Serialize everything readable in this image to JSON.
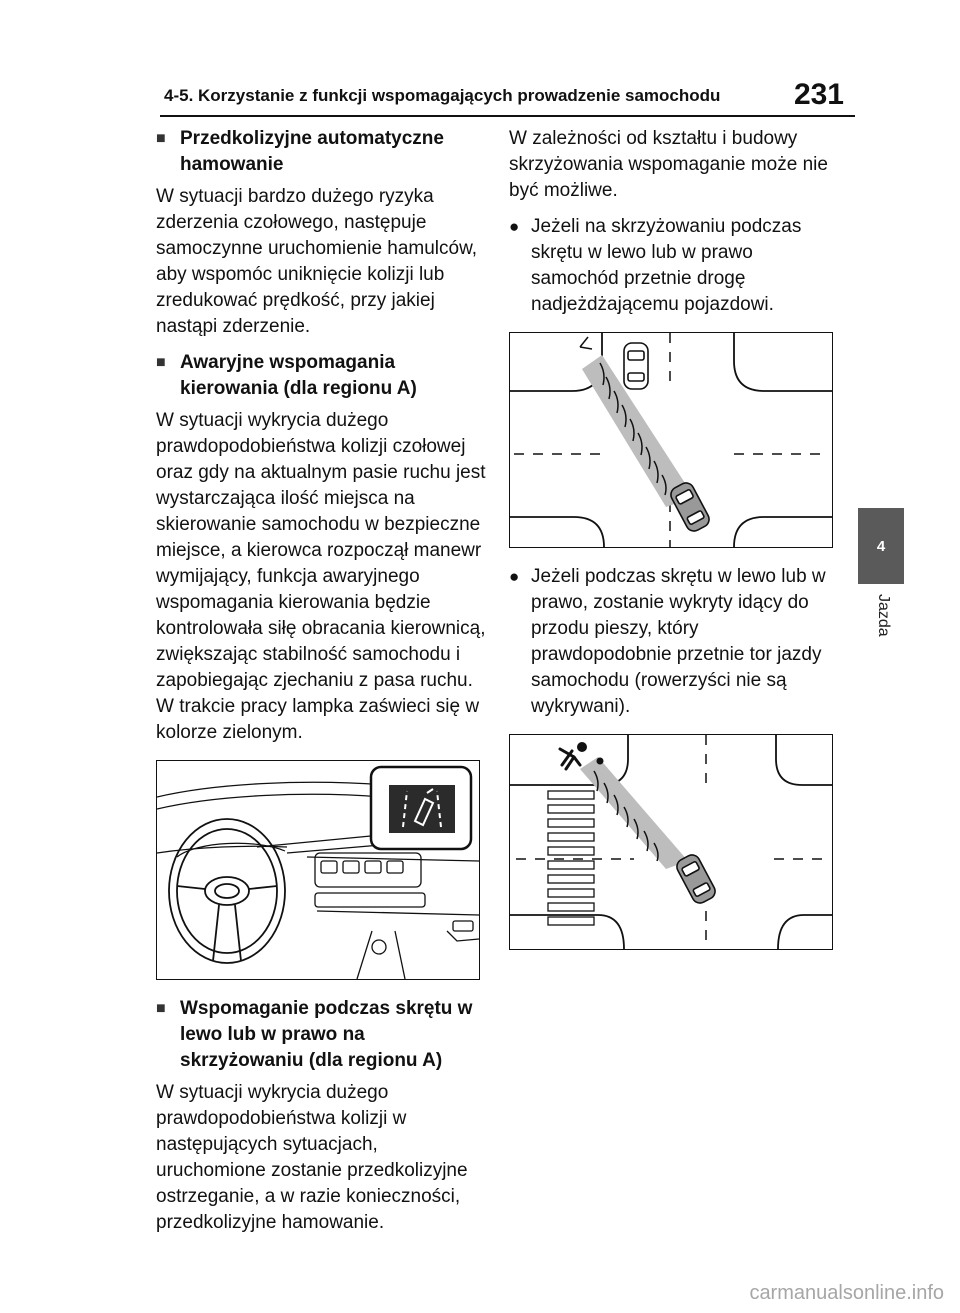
{
  "header": {
    "title": "4-5. Korzystanie z funkcji wspomagających prowadzenie samochodu",
    "page_number": "231"
  },
  "side_tab": {
    "number": "4",
    "label": "Jazda"
  },
  "watermark": "carmanualsonline.info",
  "left_column": {
    "section1": {
      "heading": "Przedkolizyjne automatyczne hamowanie",
      "body": "W sytuacji bardzo dużego ryzyka zderzenia czołowego, następuje samoczynne uruchomienie hamulców, aby wspomóc uniknięcie kolizji lub zredukować prędkość, przy jakiej nastąpi zderzenie."
    },
    "section2": {
      "heading": "Awaryjne wspomagania kierowania (dla regionu A)",
      "body": "W sytuacji wykrycia dużego prawdopodobieństwa kolizji czołowej oraz gdy na aktualnym pasie ruchu jest wystarczająca ilość miejsca na skierowanie samochodu w bezpieczne miejsce, a kierowca rozpoczął manewr wymijający, funkcja awaryjnego wspomagania kierowania będzie kontrolowała siłę obracania kierownicą, zwiększając stabilność samochodu i zapobiegając zjechaniu z pasa ruchu. W trakcie pracy lampka zaświeci się w kolorze zielonym."
    },
    "section3": {
      "heading": "Wspomaganie podczas skrętu w lewo lub w prawo na skrzyżowaniu (dla regionu A)",
      "body": "W sytuacji wykrycia dużego prawdopodobieństwa kolizji w następujących sytuacjach, uruchomione zostanie przedkolizyjne ostrzeganie, a w razie konieczności, przedkolizyjne hamowanie."
    }
  },
  "right_column": {
    "intro": "W zależności od kształtu i budowy skrzyżowania wspomaganie może nie być możliwe.",
    "bullet1": "Jeżeli na skrzyżowaniu podczas skrętu w lewo lub w prawo samochód przetnie drogę nadjeżdżającemu pojazdowi.",
    "bullet2": "Jeżeli podczas skrętu w lewo lub w prawo, zostanie wykryty idący do przodu pieszy, który prawdopodobnie przetnie tor jazdy samochodu (rowerzyści nie są wykrywani)."
  },
  "icons": {
    "section_marker": "square-bullet-icon",
    "list_marker": "round-bullet-icon",
    "indicator": "lane-assist-indicator-icon"
  },
  "colors": {
    "text": "#111111",
    "tab_background": "#5a5a5a",
    "indicator_panel": "#2b2b2b",
    "sensor_beam": "#bdbdbd",
    "watermark": "#a6a6a6"
  }
}
